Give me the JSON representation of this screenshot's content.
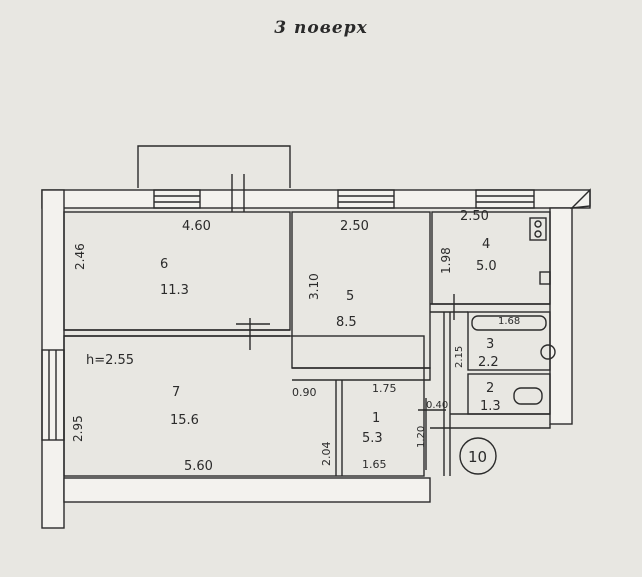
{
  "title": "3   поверх",
  "colors": {
    "paper": "#e8e7e2",
    "ink": "#2b2b2b",
    "wall_fill": "#f3f2ee"
  },
  "rooms": [
    {
      "id": "6",
      "area": "11.3"
    },
    {
      "id": "7",
      "area": "15.6"
    },
    {
      "id": "5",
      "area": "8.5"
    },
    {
      "id": "4",
      "area": "5.0"
    },
    {
      "id": "3",
      "area": "2.2"
    },
    {
      "id": "2",
      "area": "1.3"
    },
    {
      "id": "1",
      "area": "5.3"
    }
  ],
  "dimensions": {
    "room6_width": "4.60",
    "room6_depth": "2.46",
    "room5_width": "2.50",
    "room5_depth": "3.10",
    "room4_width": "2.50",
    "room4_depth": "1.98",
    "height": "h=2.55",
    "room7_depth": "2.95",
    "room7_width": "5.60",
    "hall_a": "0.90",
    "hall_b": "1.75",
    "hall_depth": "2.04",
    "hall_width": "1.65",
    "bath_width": "1.68",
    "bath_depth": "2.15",
    "wc_width": "0.40",
    "entry_width": "1.20"
  },
  "apartment_number": "10"
}
